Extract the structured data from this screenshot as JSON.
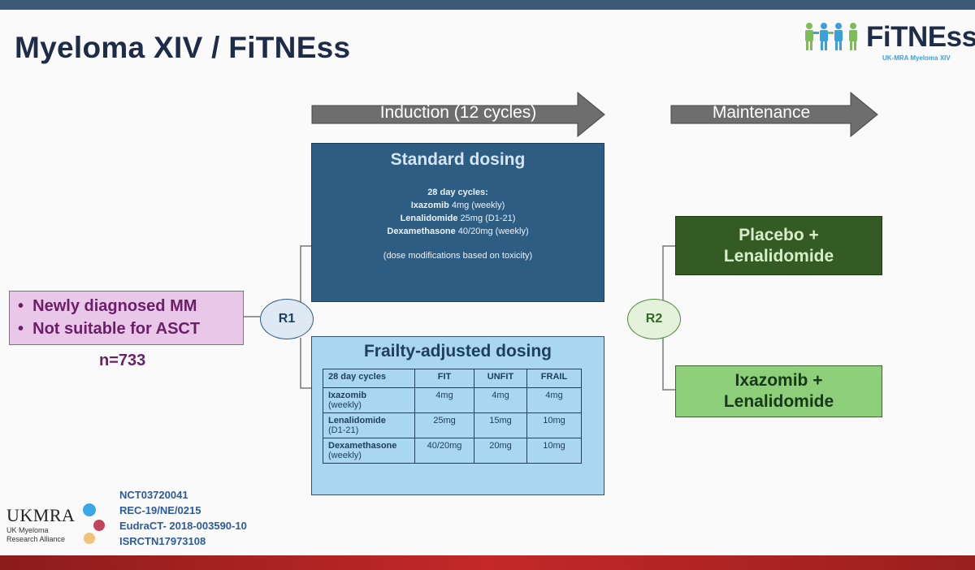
{
  "title": "Myeloma XIV / FiTNEss",
  "logo": {
    "name": "FiTNEss",
    "sub": "UK-MRA Myeloma XIV"
  },
  "arrows": {
    "induction": "Induction (12 cycles)",
    "maintenance": "Maintenance"
  },
  "population": {
    "bullets": [
      "Newly diagnosed MM",
      "Not suitable for ASCT"
    ],
    "bullet_char": "•",
    "n": "n=733"
  },
  "randomisation": {
    "r1": "R1",
    "r2": "R2"
  },
  "standard": {
    "heading": "Standard dosing",
    "cycles": "28 day cycles:",
    "drugs": [
      {
        "name": "Ixazomib",
        "dose": " 4mg (weekly)"
      },
      {
        "name": "Lenalidomide",
        "dose": " 25mg (D1-21)"
      },
      {
        "name": "Dexamethasone",
        "dose": " 40/20mg (weekly)"
      }
    ],
    "note": "(dose modifications based on toxicity)"
  },
  "frailty": {
    "heading": "Frailty-adjusted dosing",
    "columns": [
      "28 day cycles",
      "FIT",
      "UNFIT",
      "FRAIL"
    ],
    "rows": [
      {
        "drug": "Ixazomib",
        "schedule": "(weekly)",
        "fit": "4mg",
        "unfit": "4mg",
        "frail": "4mg"
      },
      {
        "drug": "Lenalidomide",
        "schedule": "(D1-21)",
        "fit": "25mg",
        "unfit": "15mg",
        "frail": "10mg"
      },
      {
        "drug": "Dexamethasone",
        "schedule": "(weekly)",
        "fit": "40/20mg",
        "unfit": "20mg",
        "frail": "10mg"
      }
    ]
  },
  "maintenance_arms": {
    "placebo": [
      "Placebo +",
      "Lenalidomide"
    ],
    "ixazomib": [
      "Ixazomib +",
      "Lenalidomide"
    ]
  },
  "identifiers": [
    "NCT03720041",
    "REC-19/NE/0215",
    "EudraCT- 2018-003590-10",
    "ISRCTN17973108"
  ],
  "ukmra": {
    "name": "UKMRA",
    "line1": "UK Myeloma",
    "line2": "Research Alliance"
  },
  "colors": {
    "title": "#1d2c48",
    "standard_box": "#2e5d84",
    "frailty_box": "#a9d7f2",
    "population_box": "#e8c7e9",
    "placebo_box": "#355b24",
    "ixazomib_box": "#8ed07a",
    "arrow": "#6e6e6e",
    "top_bar": "#3b5a78",
    "bottom_bar": "#c42828"
  }
}
